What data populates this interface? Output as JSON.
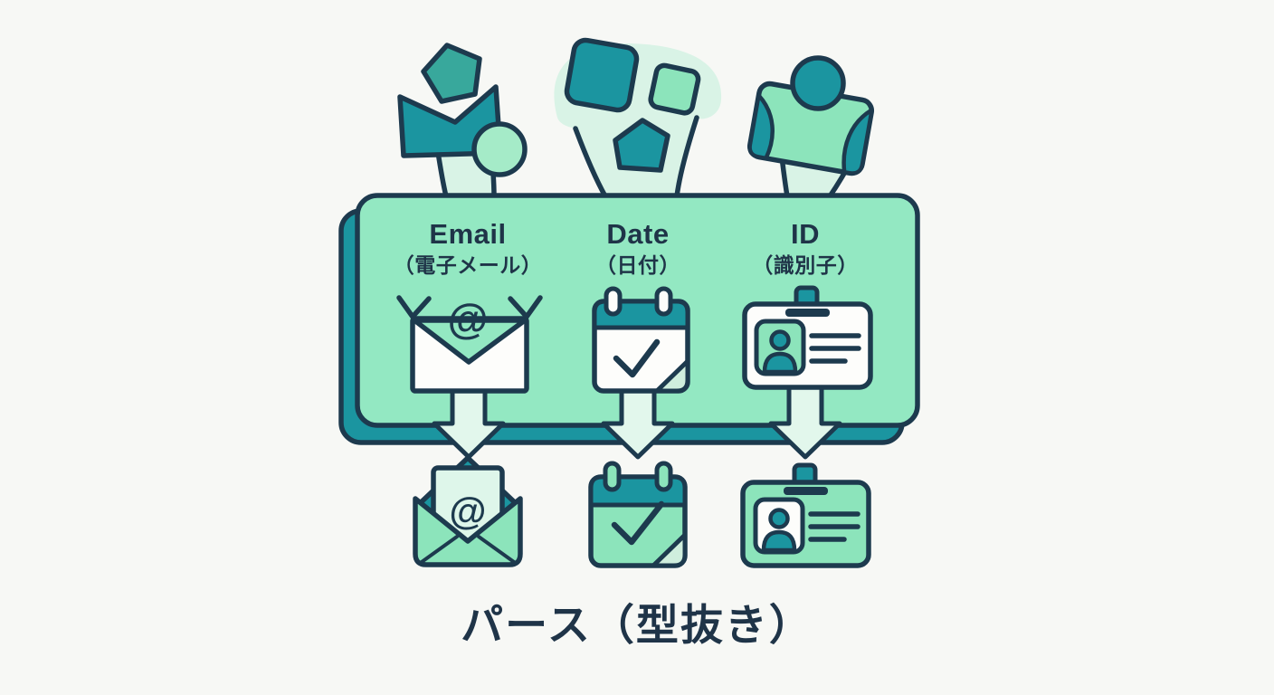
{
  "title": "パース（型抜き）",
  "columns": [
    {
      "label": "Email",
      "label_ja": "（電子メール）"
    },
    {
      "label": "Date",
      "label_ja": "（日付）"
    },
    {
      "label": "ID",
      "label_ja": "（識別子）"
    }
  ],
  "symbols": {
    "at": "@"
  },
  "palette": {
    "bg": "#f7f8f5",
    "outline": "#1d3a4e",
    "teal": "#1b95a0",
    "teal2": "#38a89c",
    "card": "#93e8c2",
    "mint": "#8ce4bb",
    "lite": "#d9f3e6",
    "arrow": "#e2f7ec",
    "circle": "#a5ebc8",
    "white": "#fdfdfb",
    "paper": "#def6ea",
    "fold": "#cfeedd",
    "text": "#1f3448"
  }
}
